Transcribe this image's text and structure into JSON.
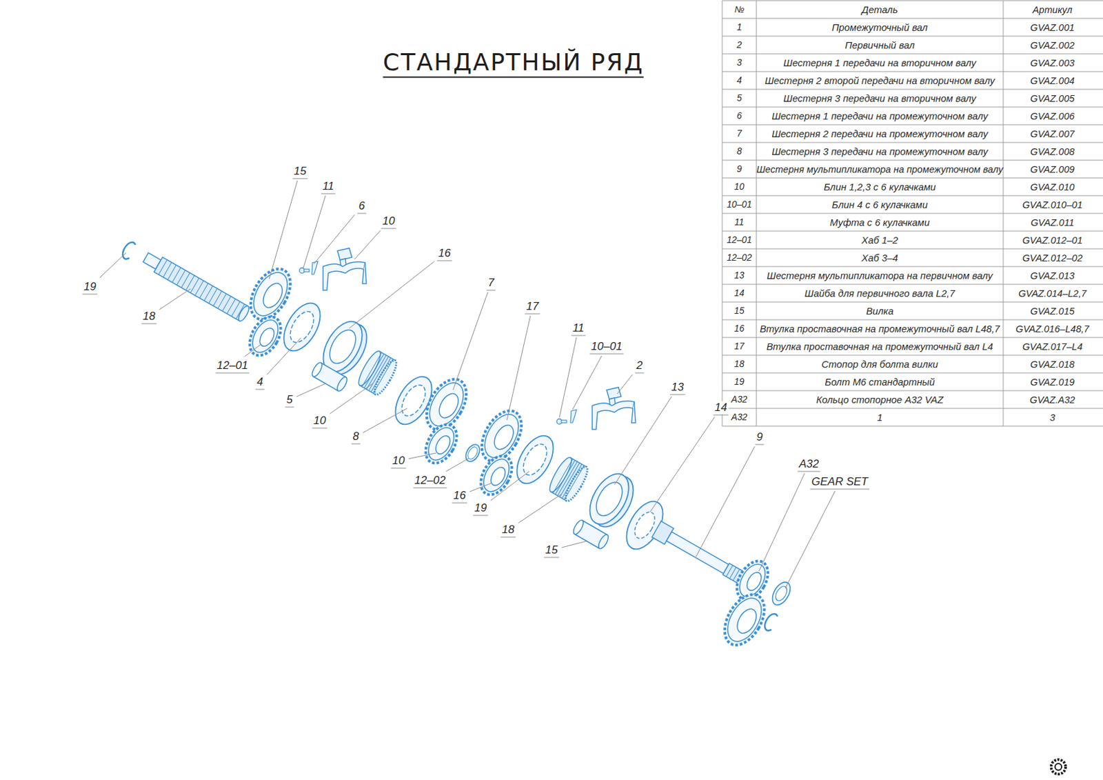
{
  "diagram": {
    "title": "СТАНДАРТНЫЙ РЯД",
    "labels": [
      "№",
      "Деталь",
      "Артикул",
      "1",
      "Промежуточный вал",
      "GVAZ.001",
      "2",
      "Первичный вал",
      "GVAZ.002",
      "3",
      "Шестерня 1 передачи на вторичном валу",
      "GVAZ.003",
      "4",
      "Шестерня 2 второй передачи на вторичном валу",
      "GVAZ.004",
      "5",
      "Шестерня 3 передачи на вторичном валу",
      "GVAZ.005",
      "6",
      "Шестерня 1 передачи на промежуточном валу",
      "GVAZ.006",
      "7",
      "Шестерня 2 передачи на промежуточном валу",
      "GVAZ.007",
      "8",
      "Шестерня 3 передачи на промежуточном валу",
      "GVAZ.008",
      "9",
      "Шестерня мультипликатора на промежуточном валу",
      "GVAZ.009",
      "10",
      "Блин 1,2,3 с 6 кулачками",
      "GVAZ.010",
      "10–01",
      "Блин 4 с 6 кулачками",
      "GVAZ.010–01",
      "11",
      "Муфта с 6 кулачками",
      "GVAZ.011",
      "12–01",
      "Хаб 1–2",
      "GVAZ.012–01",
      "12–02",
      "Хаб 3–4",
      "GVAZ.012–02",
      "13",
      "Шестерня мультипликатора на первичном валу",
      "GVAZ.013",
      "14",
      "Шайба для первичного вала L2,7",
      "GVAZ.014–L2,7",
      "15",
      "Вилка",
      "GVAZ.015",
      "16",
      "Втулка проставочная на промежуточный вал L48,7",
      "GVAZ.016–L48,7",
      "17",
      "Втулка проставочная на промежуточный вал L4",
      "GVAZ.017–L4",
      "18",
      "Стопор для болта вилки",
      "GVAZ.018",
      "19",
      "Болт М6 стандартный",
      "GVAZ.019",
      "A32",
      "Кольцо стопорное A32 VAZ",
      "GVAZ.A32",
      "A32",
      "1",
      "3",
      "19",
      "18",
      "15",
      "11",
      "6",
      "10",
      "16",
      "12–01",
      "4",
      "5",
      "10",
      "7",
      "17",
      "8",
      "10",
      "12–02",
      "16",
      "19",
      "18",
      "15",
      "11",
      "10–01",
      "2",
      "13",
      "14",
      "9",
      "A32",
      "GEAR SET"
    ]
  }
}
